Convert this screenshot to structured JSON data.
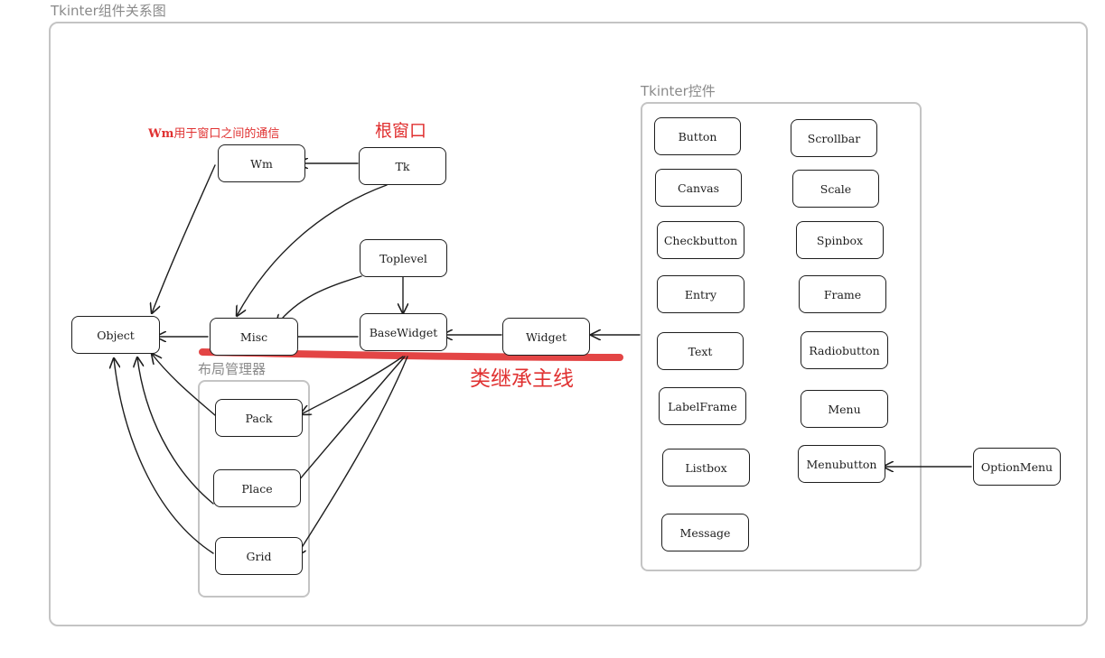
{
  "titles": {
    "diagram": "Tkinter组件关系图",
    "widgets_group": "Tkinter控件",
    "layout_group": "布局管理器"
  },
  "notes": {
    "wm_note_bold": "Wm",
    "wm_note_rest": "用于窗口之间的通信",
    "root_window": "根窗口",
    "class_mainline": "类继承主线"
  },
  "colors": {
    "stroke": "#1e1e1e",
    "accent_red": "#e03131",
    "frame_gray": "#c4c4c4",
    "title_gray": "#8a8a8a"
  },
  "nodes": {
    "object": "Object",
    "misc": "Misc",
    "wm": "Wm",
    "tk": "Tk",
    "toplevel": "Toplevel",
    "basewidget": "BaseWidget",
    "widget": "Widget",
    "pack": "Pack",
    "place": "Place",
    "grid": "Grid",
    "optionmenu": "OptionMenu"
  },
  "controls_left": [
    "Button",
    "Canvas",
    "Checkbutton",
    "Entry",
    "Text",
    "LabelFrame",
    "Listbox",
    "Message"
  ],
  "controls_right": [
    "Scrollbar",
    "Scale",
    "Spinbox",
    "Frame",
    "Radiobutton",
    "Menu",
    "Menubutton"
  ]
}
